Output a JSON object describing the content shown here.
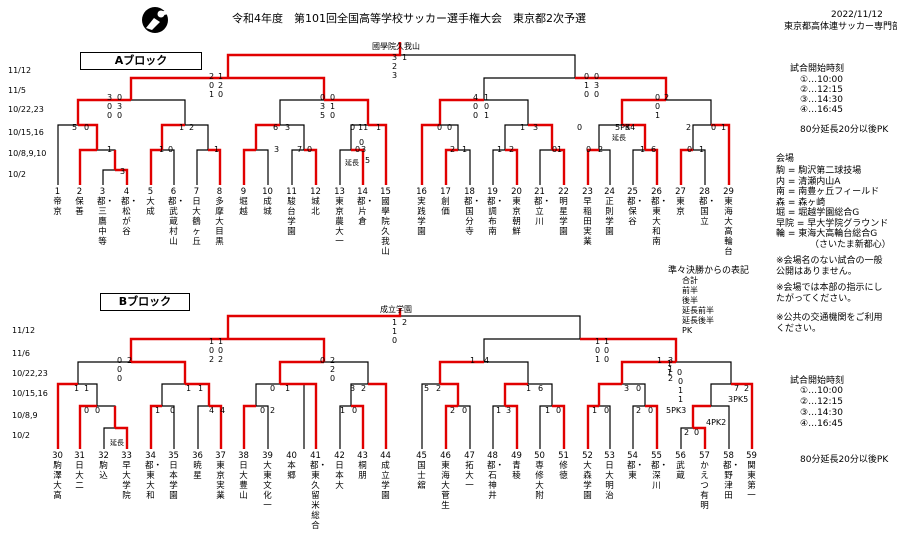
{
  "header": {
    "title": "令和4年度　第101回全国高等学校サッカー選手権大会　東京都2次予選",
    "date": "2022/11/12",
    "organizer": "東京都高体連サッカー専門部"
  },
  "block_a": {
    "label": "Aブロック",
    "winner": "國學院久我山",
    "round_dates": [
      "11/12",
      "11/5",
      "10/22,23",
      "10/15,16",
      "10/8,9,10",
      "10/2"
    ],
    "teams": [
      "1帝京",
      "2保善",
      "3都・三鷹中等",
      "4都・松が谷",
      "5大成",
      "6都・武蔵村山",
      "7日大鶴ヶ丘",
      "8多摩大目黒",
      "9堀越",
      "10成城",
      "11駿台学園",
      "12城北",
      "13東京農大一",
      "14都・片倉",
      "15國學院久我山",
      "16実践学園",
      "17創価",
      "18都・国分寺",
      "19都・調布南",
      "20東京朝鮮",
      "21都・立川",
      "22明星学園",
      "23早稲田実業",
      "24正則学園",
      "25都・保谷",
      "26都・東大和南",
      "27東京",
      "28都・国立",
      "29東海大高輪台"
    ],
    "scores": [
      "3",
      "1",
      "2",
      "3",
      "2",
      "0",
      "1",
      "1",
      "2",
      "0",
      "0",
      "1",
      "0",
      "0",
      "3",
      "0",
      "3",
      "0",
      "0",
      "0",
      "3",
      "0",
      "0",
      "3",
      "5",
      "0",
      "1",
      "0",
      "4",
      "0",
      "0",
      "1",
      "0",
      "1",
      "0",
      "0",
      "1",
      "2",
      "5",
      "0",
      "1",
      "2",
      "6",
      "3",
      "0",
      "11",
      "1",
      "0",
      "0",
      "1",
      "3",
      "0",
      "5PK4",
      "3",
      "2",
      "0",
      "1",
      "1",
      "3",
      "1",
      "0",
      "1",
      "3",
      "7",
      "0",
      "0",
      "3",
      "2",
      "1",
      "1",
      "2",
      "0",
      "1",
      "0",
      "2",
      "1",
      "6",
      "0",
      "1",
      "0",
      "5",
      "1",
      "0"
    ],
    "notes": [
      "延長",
      "延長"
    ]
  },
  "block_b": {
    "label": "Bブロック",
    "winner": "成立学園",
    "round_dates": [
      "11/12",
      "11/6",
      "10/22,23",
      "10/15,16",
      "10/8,9",
      "10/2"
    ],
    "teams": [
      "30駒澤大高",
      "31日大二",
      "32駒込",
      "33早大学院",
      "34都・東大和",
      "35日本学園",
      "36暁星",
      "37東京実業",
      "38日大豊山",
      "39大東文化一",
      "40本郷",
      "41都・東久留米総合",
      "42日本大",
      "43桐朋",
      "44成立学園",
      "45国士舘",
      "46東海大菅生",
      "47拓大一",
      "48都・石神井",
      "49青稜",
      "50専修大附",
      "51修徳",
      "52大森学園",
      "53日大明治",
      "54都・東",
      "55都・深川",
      "56武蔵",
      "57かえつ有明",
      "58都・野津田",
      "59関東第一"
    ],
    "scores": [
      "1",
      "2",
      "1",
      "0",
      "1",
      "0",
      "2",
      "1",
      "0",
      "2",
      "1",
      "0",
      "1",
      "1",
      "0",
      "0",
      "0",
      "0",
      "0",
      "2",
      "0",
      "2",
      "2",
      "0",
      "1",
      "4",
      "1",
      "3",
      "1",
      "2",
      "5",
      "2",
      "1",
      "6",
      "3",
      "0",
      "1",
      "1",
      "0",
      "1",
      "3",
      "2",
      "1",
      "1",
      "7",
      "2",
      "1",
      "0",
      "4",
      "4",
      "0",
      "2",
      "1",
      "0",
      "2",
      "0",
      "1",
      "3",
      "1",
      "0",
      "1",
      "0",
      "2",
      "0",
      "5PK3",
      "3PK5",
      "4PK2",
      "2",
      "0",
      "1",
      "1",
      "0",
      "0",
      "0",
      "0",
      "1",
      "1"
    ],
    "notes": [
      "延長"
    ]
  },
  "legend": {
    "notation_title": "準々決勝からの表記",
    "notation_items": [
      "合計",
      "前半",
      "後半",
      "延長前半",
      "延長後半",
      "PK"
    ],
    "start_times_title": "試合開始時刻",
    "start_times": [
      "①…10:00",
      "②…12:15",
      "③…14:30",
      "④…16:45"
    ],
    "overtime_note": "80分延長20分以後PK",
    "venue_title": "会場",
    "venues": [
      "駒 = 駒沢第二球技場",
      "内 = 清瀬内山A",
      "南 = 南豊ヶ丘フィールド",
      "森 = 森ヶ崎",
      "堀 = 堀越学園総合G",
      "早院 = 早大学院グラウンド",
      "輪 = 東海大高輪台総合G",
      "（さいたま新都心）"
    ],
    "notes": [
      "※会場名のない試合の一般公開はありません。",
      "※会場では本部の指示にしたがってください。",
      "※公共の交通機関をご利用ください。"
    ]
  },
  "colors": {
    "win": "#e10000",
    "line": "#000000"
  }
}
